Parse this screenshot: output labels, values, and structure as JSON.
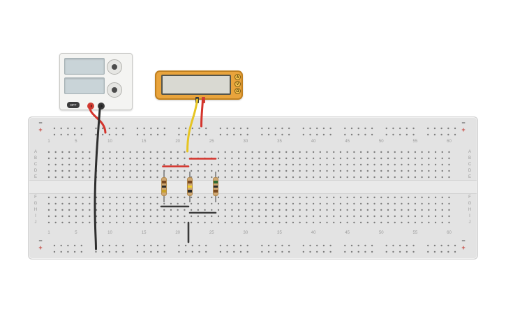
{
  "breadboard": {
    "column_numbers": [
      "1",
      "5",
      "10",
      "15",
      "20",
      "25",
      "30",
      "35",
      "40",
      "45",
      "50",
      "55",
      "60"
    ],
    "row_letters_upper": [
      "A",
      "B",
      "C",
      "D",
      "E"
    ],
    "row_letters_lower": [
      "F",
      "G",
      "H",
      "I",
      "J"
    ],
    "minus_symbol": "−",
    "plus_symbol": "+",
    "body_color": "#e3e3e3",
    "hole_color": "#7d7d7d",
    "label_color": "#9b9b9b",
    "minus_color": "#4a4a4a",
    "plus_color": "#c4453c"
  },
  "power_supply": {
    "off_label": "OFF",
    "body_color": "#f4f4f2",
    "display_color": "#c9d4d8",
    "positive_terminal_color": "#cf3f34",
    "negative_terminal_color": "#3a3a3a"
  },
  "multimeter": {
    "body_color": "#e9a43c",
    "display_color": "#d9d9d2",
    "com_terminal_color": "#3a3a3a",
    "positive_terminal_color": "#cf3f34",
    "buttons": [
      {
        "label": "A"
      },
      {
        "label": "V"
      },
      {
        "label": "Ω"
      }
    ]
  },
  "resistors": [
    {
      "bands": [
        "#7a4a21",
        "#2b2b2b",
        "#c9a227"
      ]
    },
    {
      "bands": [
        "#7a4a21",
        "#f2d028",
        "#2b2b2b"
      ]
    },
    {
      "bands": [
        "#2f6b33",
        "#2b2b2b",
        "#7a4a21"
      ]
    }
  ],
  "wires": {
    "psu_positive": {
      "color": "#d4342c"
    },
    "psu_negative": {
      "color": "#2e2e2e"
    },
    "meter_com": {
      "color": "#e6c523"
    },
    "meter_positive": {
      "color": "#d4342c"
    },
    "jumper_red_1": {
      "color": "#d4342c"
    },
    "jumper_red_2": {
      "color": "#d4342c"
    },
    "jumper_black_1": {
      "color": "#3a3a3a"
    },
    "jumper_black_2": {
      "color": "#3a3a3a"
    },
    "jumper_black_3": {
      "color": "#3a3a3a"
    }
  }
}
